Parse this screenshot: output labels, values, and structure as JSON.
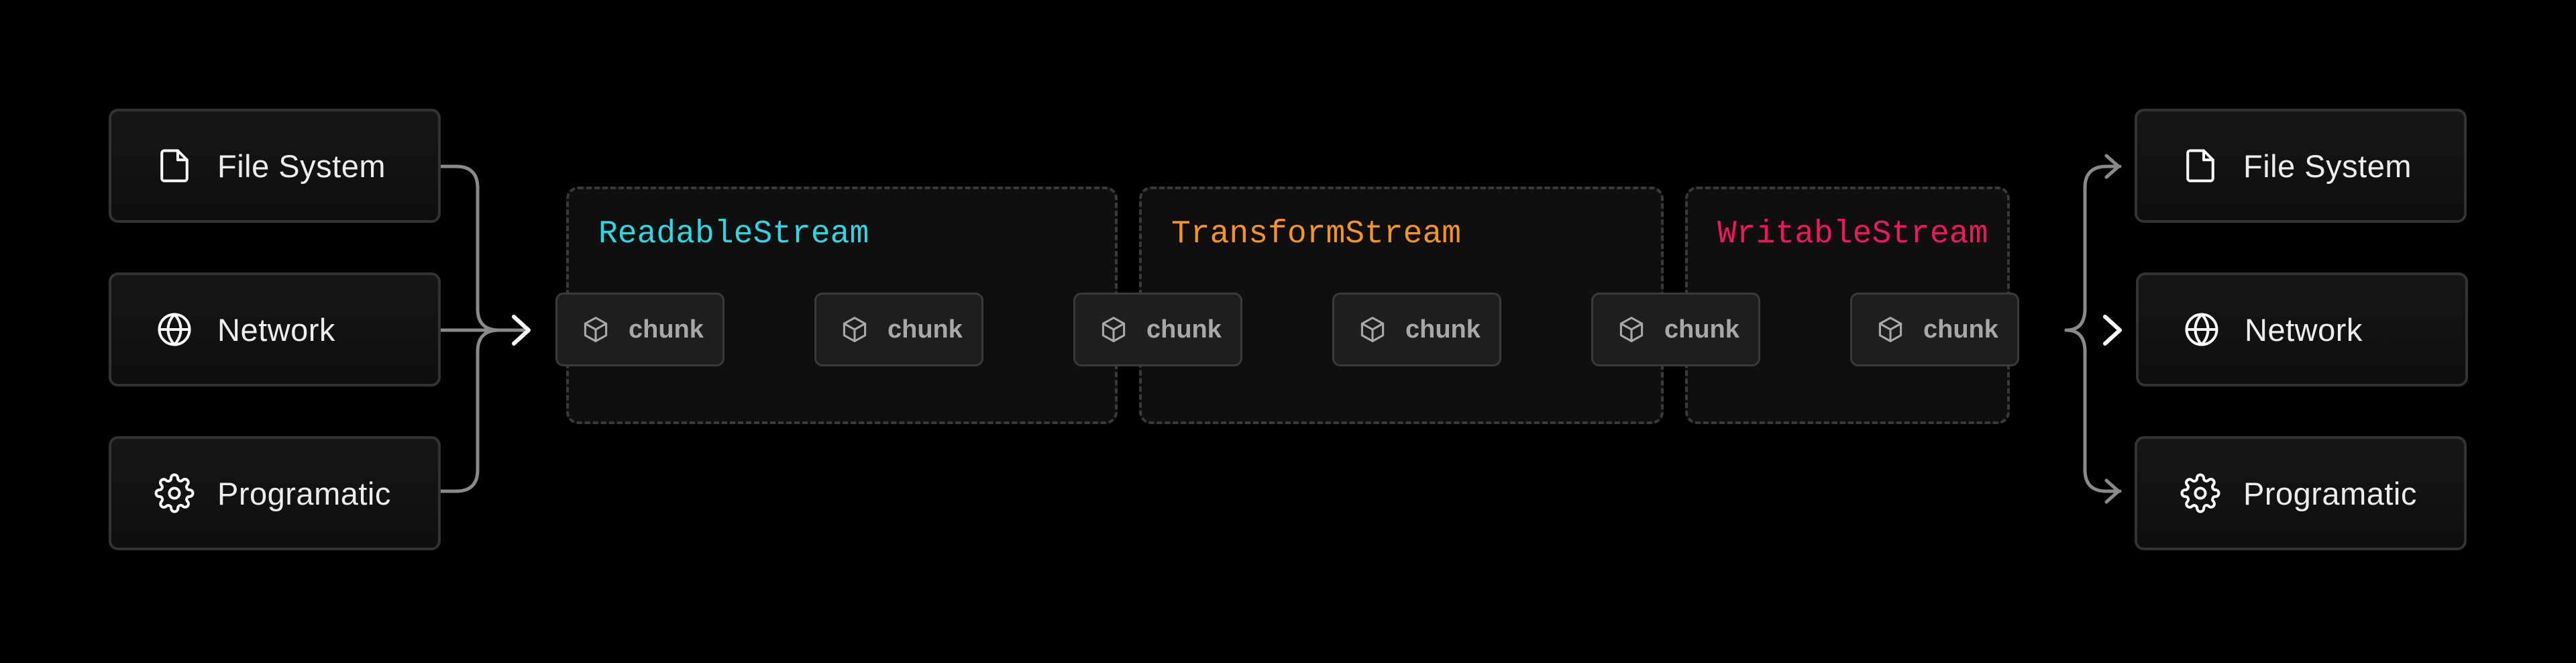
{
  "colors": {
    "background": "#000000",
    "readable": "#2fd6e0",
    "transform": "#f59323",
    "writable": "#f0185c",
    "connector": "#8a8a8a",
    "arrow_strong": "#ffffff"
  },
  "sources": [
    {
      "label": "File System",
      "icon": "file-icon"
    },
    {
      "label": "Network",
      "icon": "globe-icon"
    },
    {
      "label": "Programatic",
      "icon": "gear-icon"
    }
  ],
  "stages": [
    {
      "title": "ReadableStream",
      "color": "#2fd6e0"
    },
    {
      "title": "TransformStream",
      "color": "#f59323"
    },
    {
      "title": "WritableStream",
      "color": "#f0185c"
    }
  ],
  "chunks": [
    {
      "label": "chunk",
      "icon": "cube-icon"
    },
    {
      "label": "chunk",
      "icon": "cube-icon"
    },
    {
      "label": "chunk",
      "icon": "cube-icon"
    },
    {
      "label": "chunk",
      "icon": "cube-icon"
    },
    {
      "label": "chunk",
      "icon": "cube-icon"
    },
    {
      "label": "chunk",
      "icon": "cube-icon"
    }
  ],
  "destinations": [
    {
      "label": "File System",
      "icon": "file-icon"
    },
    {
      "label": "Network",
      "icon": "globe-icon"
    },
    {
      "label": "Programatic",
      "icon": "gear-icon"
    }
  ]
}
